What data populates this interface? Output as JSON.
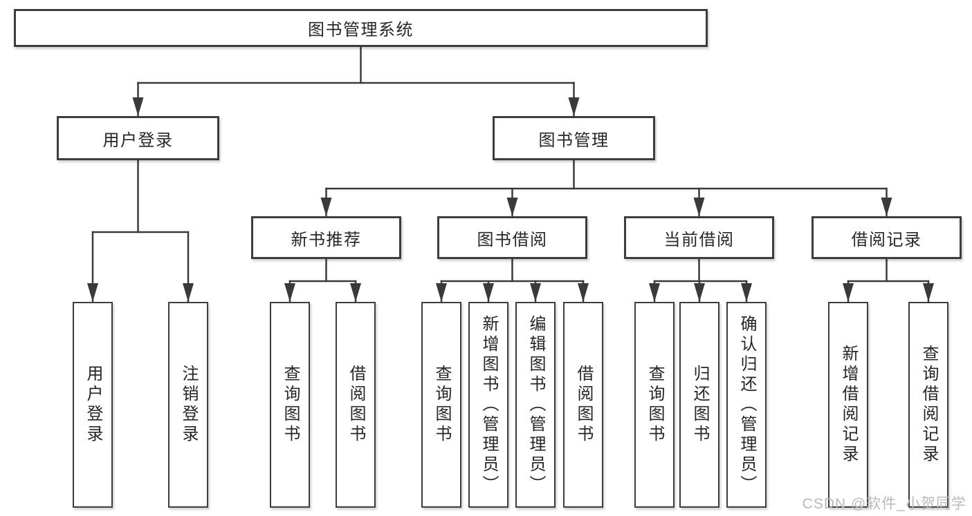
{
  "tree": {
    "label": "图书管理系统",
    "children": [
      {
        "label": "用户登录",
        "children": [
          {
            "label": "用户登录"
          },
          {
            "label": "注销登录"
          }
        ]
      },
      {
        "label": "图书管理",
        "children": [
          {
            "label": "新书推荐",
            "children": [
              {
                "label": "查询图书"
              },
              {
                "label": "借阅图书"
              }
            ]
          },
          {
            "label": "图书借阅",
            "children": [
              {
                "label": "查询图书"
              },
              {
                "label": "新增图书（管理员）"
              },
              {
                "label": "编辑图书（管理员）"
              },
              {
                "label": "借阅图书"
              }
            ]
          },
          {
            "label": "当前借阅",
            "children": [
              {
                "label": "查询图书"
              },
              {
                "label": "归还图书"
              },
              {
                "label": "确认归还（管理员）"
              }
            ]
          },
          {
            "label": "借阅记录",
            "children": [
              {
                "label": "新增借阅记录"
              },
              {
                "label": "查询借阅记录"
              }
            ]
          }
        ]
      }
    ]
  },
  "watermark": {
    "text": "CSDN @软件_小贺同学"
  },
  "colors": {
    "line": "#3a3a3a",
    "border": "#3d3d3d",
    "fill": "#ffffff",
    "text": "#262626",
    "watermark": "#b9b9b9",
    "background": "#ffffff"
  }
}
